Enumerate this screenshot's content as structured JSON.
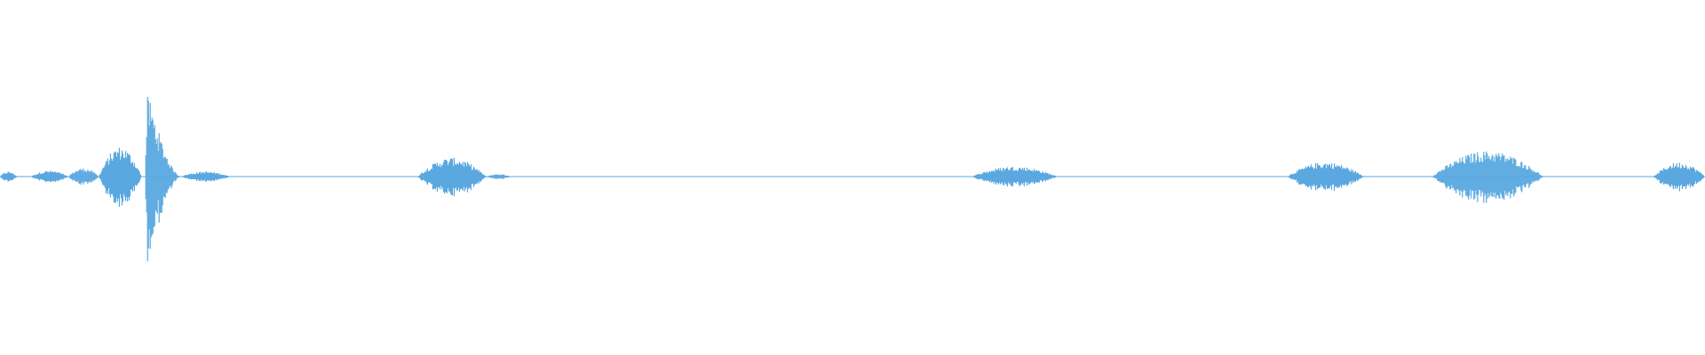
{
  "waveform": {
    "color": "#5ba8e0",
    "amplitude_scale_note": "",
    "segments": [
      {
        "start": 0.0,
        "end": 0.01,
        "peak": 0.06
      },
      {
        "start": 0.018,
        "end": 0.04,
        "peak": 0.07
      },
      {
        "start": 0.04,
        "end": 0.058,
        "peak": 0.1
      },
      {
        "start": 0.058,
        "end": 0.083,
        "peak": 0.35
      },
      {
        "start": 0.085,
        "end": 0.106,
        "peak": 1.0
      },
      {
        "start": 0.106,
        "end": 0.135,
        "peak": 0.06
      },
      {
        "start": 0.245,
        "end": 0.285,
        "peak": 0.22
      },
      {
        "start": 0.285,
        "end": 0.3,
        "peak": 0.03
      },
      {
        "start": 0.57,
        "end": 0.62,
        "peak": 0.12
      },
      {
        "start": 0.755,
        "end": 0.8,
        "peak": 0.17
      },
      {
        "start": 0.84,
        "end": 0.905,
        "peak": 0.3
      },
      {
        "start": 0.97,
        "end": 1.0,
        "peak": 0.17
      }
    ]
  }
}
